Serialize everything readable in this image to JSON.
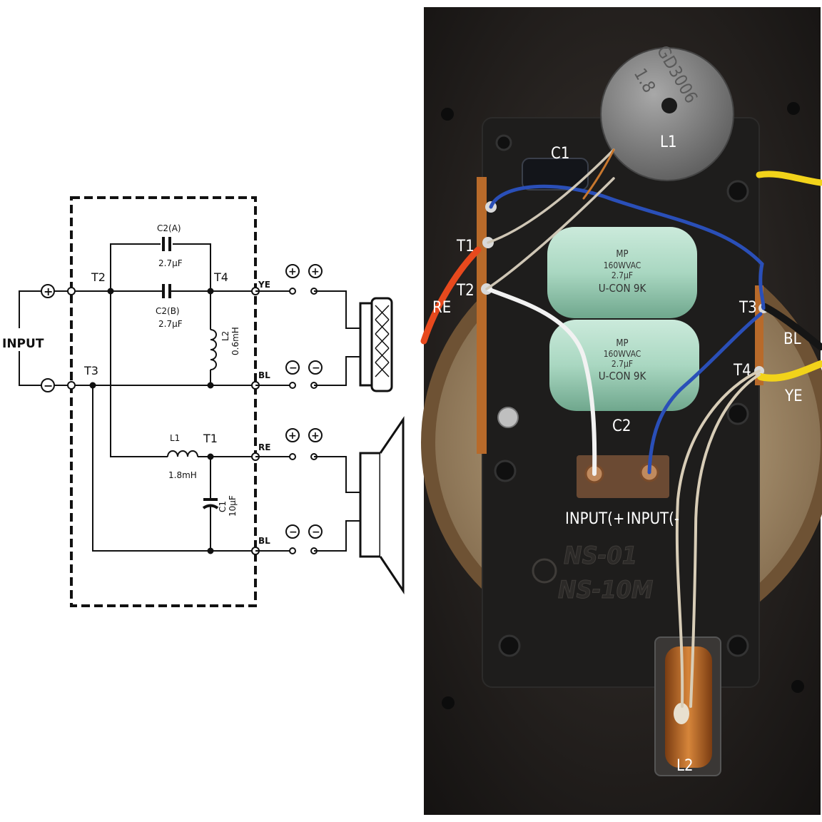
{
  "schematic": {
    "input_label": "INPUT",
    "plus_sign": "+",
    "minus_sign": "−",
    "c2a": {
      "name": "C2(A)",
      "value": "2.7μF"
    },
    "c2b": {
      "name": "C2(B)",
      "value": "2.7μF"
    },
    "l2": {
      "name": "L2",
      "value": "0.6mH"
    },
    "l1": {
      "name": "L1",
      "value": "1.8mH"
    },
    "c1": {
      "name": "C1",
      "value": "10μF"
    },
    "terminals": {
      "t1": "T1",
      "t2": "T2",
      "t3": "T3",
      "t4": "T4"
    },
    "wires": {
      "ye": "YE",
      "bl_top": "BL",
      "re": "RE",
      "bl_bottom": "BL"
    }
  },
  "photo": {
    "labels": {
      "c1": "C1",
      "l1": "L1",
      "t1": "T1",
      "t2": "T2",
      "re": "RE",
      "t3": "T3",
      "bl": "BL",
      "t4": "T4",
      "ye": "YE",
      "c2": "C2",
      "input_plus": "INPUT(+",
      "input_minus": "INPUT(-",
      "l2": "L2"
    },
    "l1_marking": {
      "line1": "GD3006",
      "line2": "1.8"
    },
    "cap_marking": {
      "brand": "MP",
      "rating": "160WVAC",
      "value": "2.7μF",
      "series": "U-CON 9K"
    },
    "board_marking": {
      "line1": "NS-01",
      "line2": "NS-10M"
    },
    "colors": {
      "red": "#e8491d",
      "blue": "#2a4fb8",
      "yellow": "#f2d31a",
      "black": "#151515",
      "white": "#f2f2f2",
      "green_cap": "#a9d7c1",
      "copper": "#c8772e"
    }
  }
}
